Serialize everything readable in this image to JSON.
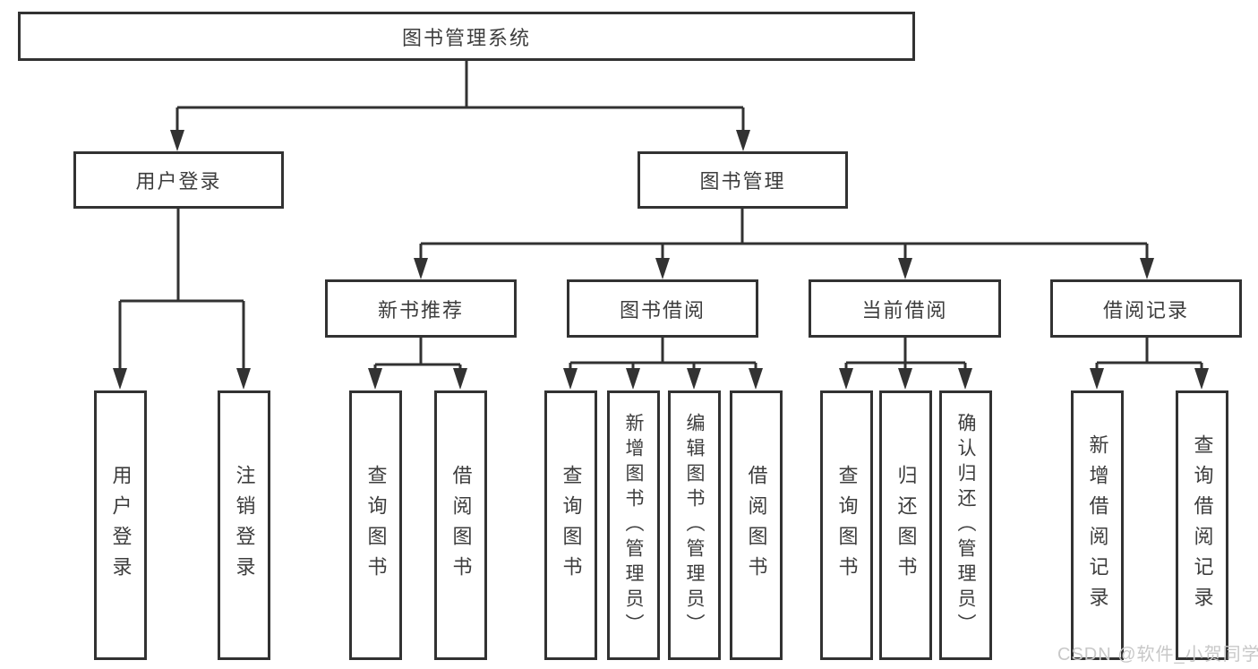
{
  "tree": {
    "label": "图书管理系统",
    "children": [
      {
        "label": "用户登录",
        "children": [
          {
            "label": "用户登录"
          },
          {
            "label": "注销登录"
          }
        ]
      },
      {
        "label": "图书管理",
        "children": [
          {
            "label": "新书推荐",
            "children": [
              {
                "label": "查询图书"
              },
              {
                "label": "借阅图书"
              }
            ]
          },
          {
            "label": "图书借阅",
            "children": [
              {
                "label": "查询图书"
              },
              {
                "label": "新增图书（管理员）"
              },
              {
                "label": "编辑图书（管理员）"
              },
              {
                "label": "借阅图书"
              }
            ]
          },
          {
            "label": "当前借阅",
            "children": [
              {
                "label": "查询图书"
              },
              {
                "label": "归还图书"
              },
              {
                "label": "确认归还（管理员）"
              }
            ]
          },
          {
            "label": "借阅记录",
            "children": [
              {
                "label": "新增借阅记录"
              },
              {
                "label": "查询借阅记录"
              }
            ]
          }
        ]
      }
    ]
  },
  "watermark": {
    "text": "CSDN @软件_小贺同学"
  },
  "colors": {
    "line": "#323232",
    "box_border": "#323232",
    "text": "#3d3d3d",
    "watermark": "#c8c8c8",
    "background": "#ffffff"
  }
}
